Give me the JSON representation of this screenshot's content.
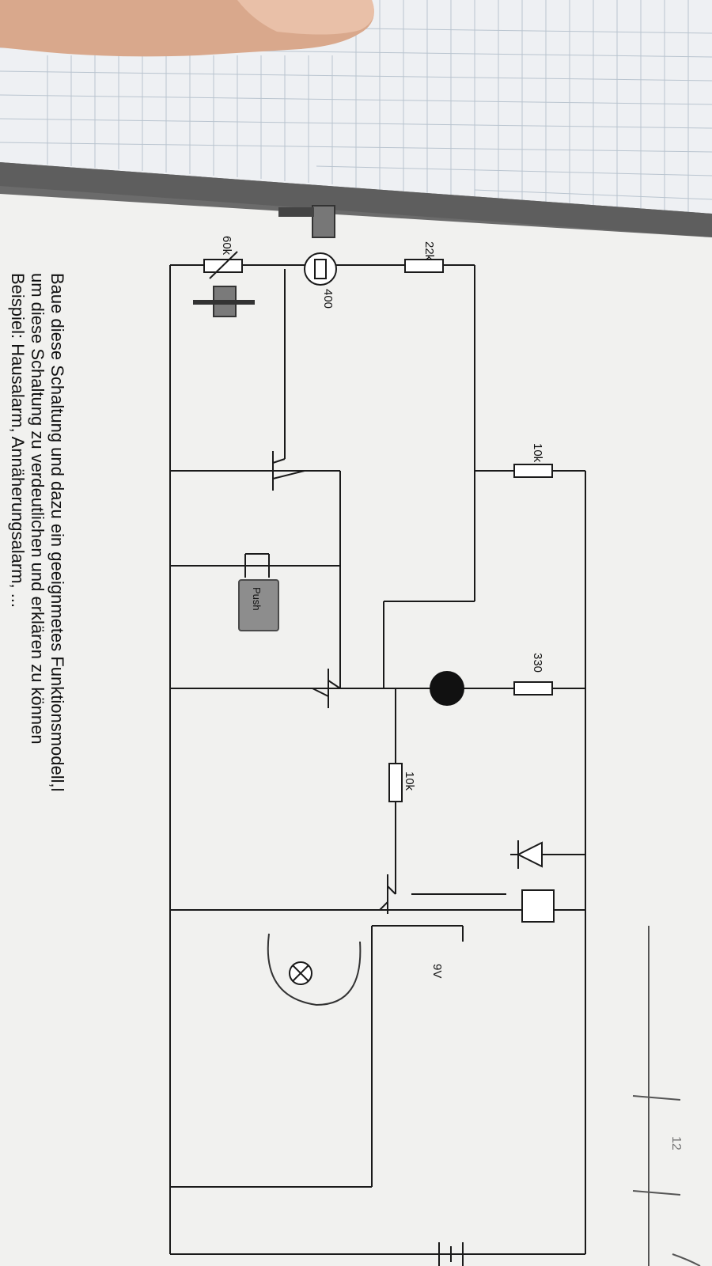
{
  "photo": {
    "colors": {
      "background": "#6b6b6b",
      "notebook_paper": "#eef0f3",
      "grid_line": "#b9c4cf",
      "printed_sheet": "#f1f1ef",
      "ink": "#1a1a1a",
      "pencil": "#555555"
    }
  },
  "circuit": {
    "labels": {
      "r_60k": "60k",
      "r_22k": "22k",
      "ldr_400": "400",
      "r_10k_top": "10k",
      "r_330": "330",
      "r_10k_mid": "10k",
      "battery": "9V",
      "push": "Push"
    }
  },
  "text": {
    "line1": "Baue diese Schaltung und dazu ein geeignmetes Funktionsmodell,l",
    "line2": "um diese Schaltung zu verdeutlichen und erklären zu können",
    "line3": "Beispiel: Hausalarm, Annäherungsalarm, ..."
  },
  "notes": {
    "margin_number": "12"
  }
}
